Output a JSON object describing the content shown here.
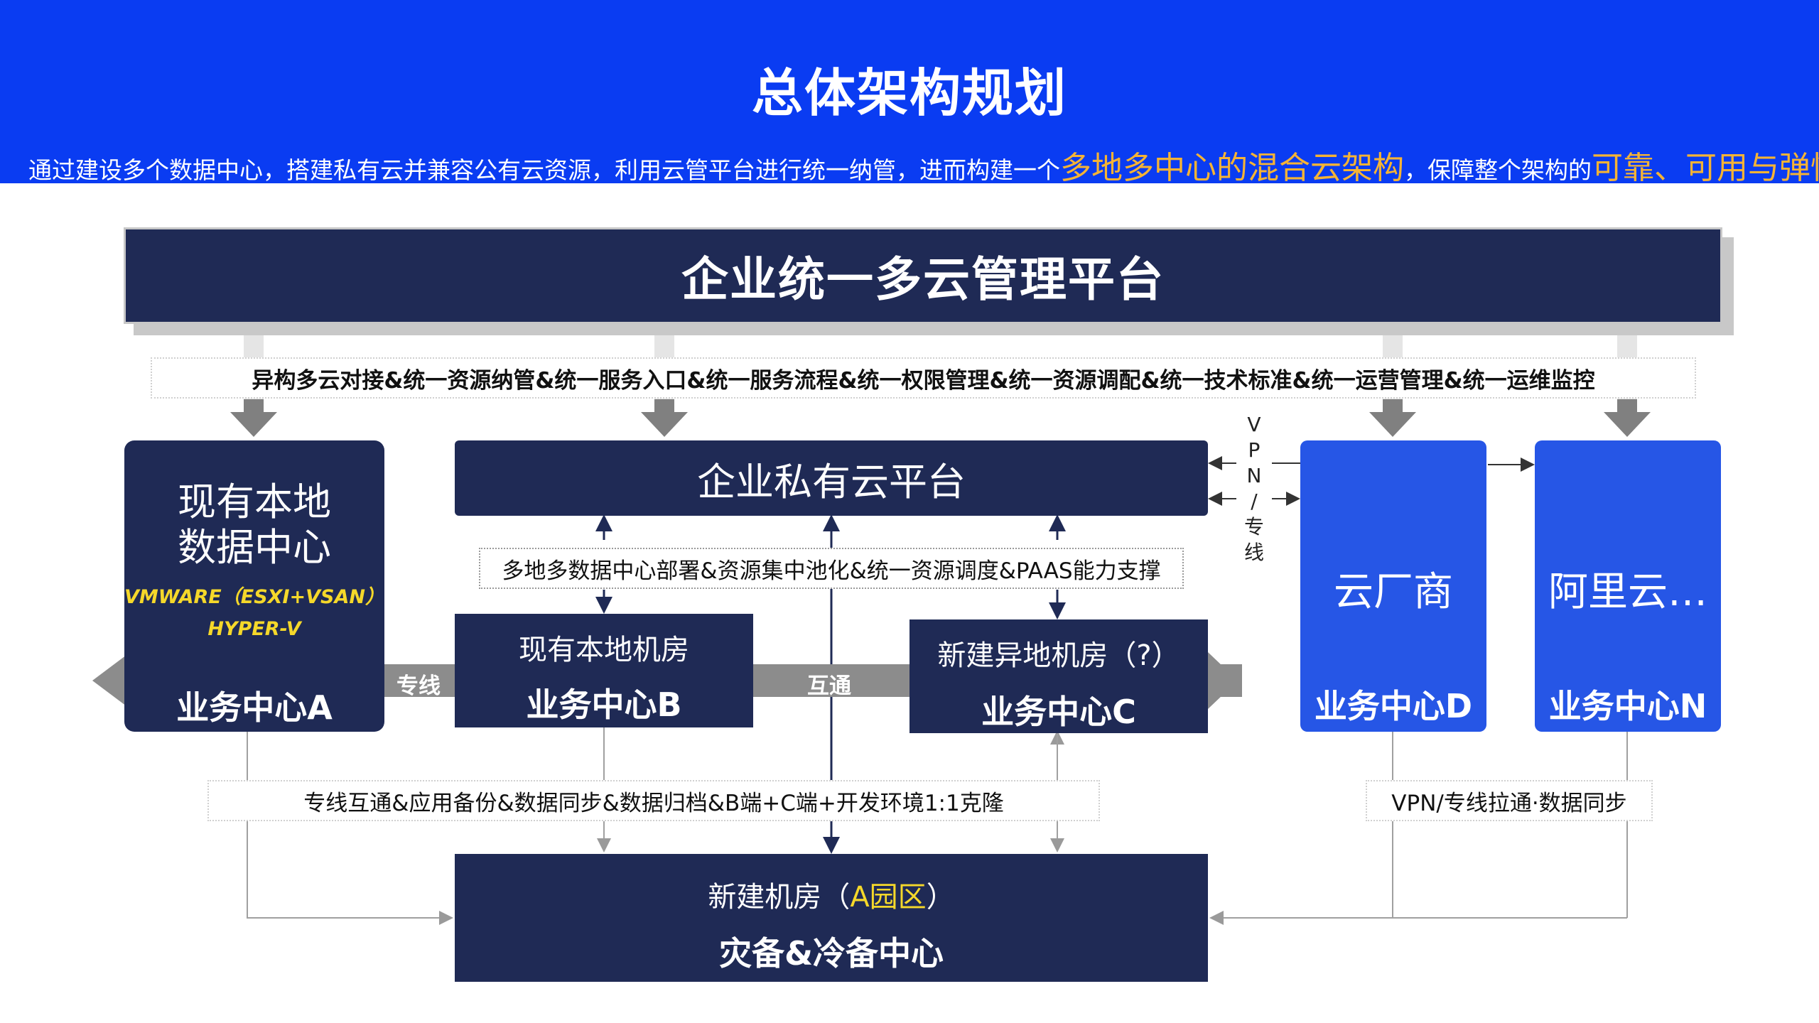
{
  "header": {
    "title": "总体架构规划",
    "subtitle_prefix": "通过建设多个数据中心，搭建私有云并兼容公有云资源，利用云管平台进行统一纳管，进而构建一个",
    "subtitle_highlight1": "多地多中心的混合云架构",
    "subtitle_mid": "，保障整个架构的",
    "subtitle_highlight2": "可靠、可用与弹性"
  },
  "platform": {
    "label": "企业统一多云管理平台"
  },
  "capabilities": "异构多云对接&统一资源纳管&统一服务入口&统一服务流程&统一权限管理&统一资源调配&统一技术标准&统一运营管理&统一运维监控",
  "center_a": {
    "name_line1": "现有本地",
    "name_line2": "数据中心",
    "tech_line1": "VMWARE（ESXI+VSAN）",
    "tech_line2": "HYPER-V",
    "label": "业务中心A"
  },
  "private_cloud": {
    "label": "企业私有云平台"
  },
  "pool": "多地多数据中心部署&资源集中池化&统一资源调度&PAAS能力支撑",
  "center_b": {
    "name": "现有本地机房",
    "label": "业务中心B"
  },
  "center_c": {
    "name": "新建异地机房（?）",
    "label": "业务中心C"
  },
  "center_d": {
    "vendor": "云厂商",
    "label": "业务中心D"
  },
  "center_n": {
    "vendor": "阿里云…",
    "label": "业务中心N"
  },
  "connectors": {
    "dedicated_line": "专线",
    "interconnect": "互通",
    "vpn_vertical": [
      "V",
      "P",
      "N",
      "/",
      "专",
      "线"
    ]
  },
  "sync_bar": "专线互通&应用备份&数据同步&数据归档&B端+C端+开发环境1:1克隆",
  "vpn_bar": "VPN/专线拉通·数据同步",
  "dr_center": {
    "line1_prefix": "新建机房（",
    "line1_highlight": "A园区",
    "line1_suffix": "）",
    "label": "灾备&冷备中心"
  },
  "colors": {
    "header_blue": "#0a3cf2",
    "navy": "#1f2a55",
    "vendor_blue": "#2656e6",
    "highlight_orange": "#f5b335",
    "highlight_yellow": "#f5d82a",
    "arrow_gray": "#808080"
  }
}
